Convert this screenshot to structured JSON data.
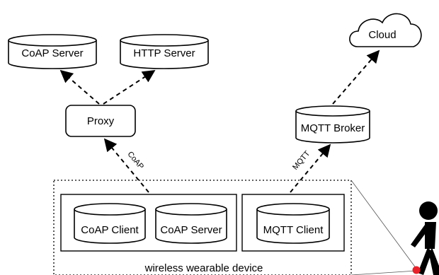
{
  "nodes": {
    "coap_server_top": "CoAP Server",
    "http_server": "HTTP Server",
    "cloud": "Cloud",
    "proxy": "Proxy",
    "mqtt_broker": "MQTT Broker",
    "coap_client": "CoAP Client",
    "coap_server_device": "CoAP Server",
    "mqtt_client": "MQTT Client"
  },
  "edges": {
    "coap": "CoAP",
    "mqtt": "MQTT"
  },
  "device_label": "wireless wearable device",
  "colors": {
    "line": "#000000",
    "background": "#ffffff",
    "sensor": "#e8202a"
  }
}
